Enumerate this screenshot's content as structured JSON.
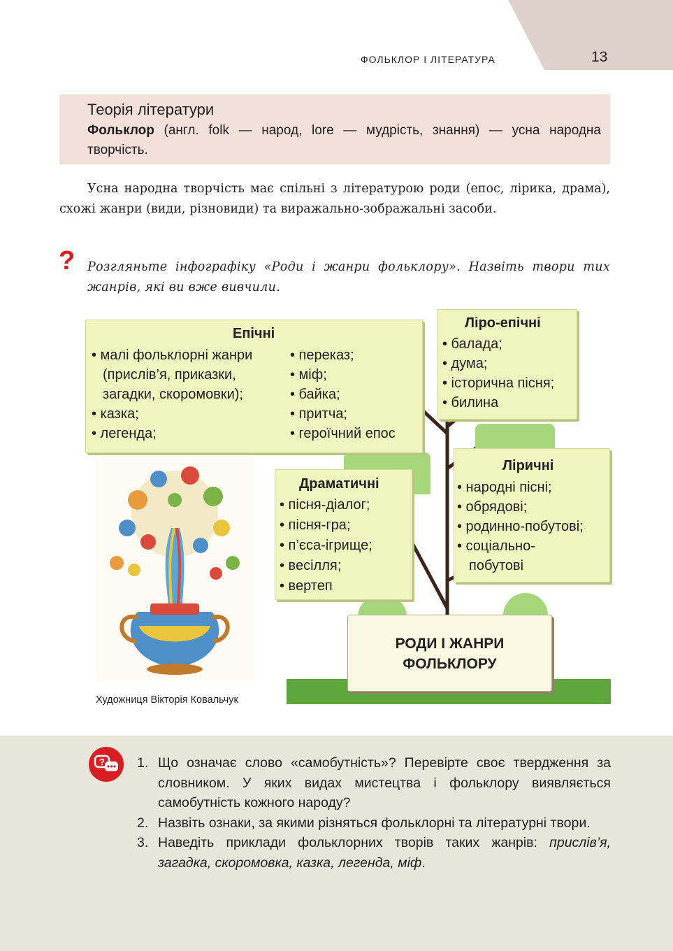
{
  "header": {
    "section_title": "ФОЛЬКЛОР І ЛІТЕРАТУРА",
    "page_number": "13"
  },
  "theory": {
    "heading": "Теорія літератури",
    "term": "Фольклор",
    "definition": " (англ. folk — народ, lore — мудрість, знання) — усна народна творчість."
  },
  "intro_paragraph": "Усна народна творчість має спільні з літературою роди (епос, лірика, драма), схожі жанри (види, різновиди) та виражально-зображальні засоби.",
  "question": {
    "mark": "?",
    "text": "Розгляньте інфографіку «Роди і жанри фольклору». Назвіть твори тих жанрів, які ви вже вивчили."
  },
  "infographic": {
    "root": {
      "line1": "РОДИ І ЖАНРИ",
      "line2": "ФОЛЬКЛОРУ"
    },
    "epic": {
      "title": "Епічні",
      "col1": [
        "• малі фольклорні жанри",
        "(прислів’я, приказки,",
        "загадки, скоромовки);",
        "• казка;",
        "• легенда;"
      ],
      "col2": [
        "• переказ;",
        "• міф;",
        "• байка;",
        "• притча;",
        "• героїчний епос"
      ]
    },
    "lyro_epic": {
      "title": "Ліро-епічні",
      "items": [
        "• балада;",
        "• дума;",
        "• історична пісня;",
        "• билина"
      ]
    },
    "dramatic": {
      "title": "Драматичні",
      "items": [
        "• пісня-діалог;",
        "• пісня-гра;",
        "• п’єса-ігрище;",
        "• весілля;",
        "• вертеп"
      ]
    },
    "lyric": {
      "title": "Ліричні",
      "items": [
        "• народні пісні;",
        "• обрядові;",
        "• родинно-побутові;",
        "• соціально-",
        "побутові"
      ]
    },
    "art_caption": "Художниця Вікторія Ковальчук",
    "colors": {
      "box_fill": "#f0f4bf",
      "leaf": "#a6d67a",
      "ground": "#5fa53e",
      "trunk": "#3b2418"
    }
  },
  "discussion": {
    "icon": "speech-bubbles-icon",
    "questions": [
      {
        "num": "1.",
        "text": "Що означає слово «самобутність»? Перевірте своє твердження за словником. У яких видах мистецтва і фольклору виявляється самобутність кожного народу?"
      },
      {
        "num": "2.",
        "text": "Назвіть ознаки, за якими різняться фольклорні та літературні твори."
      },
      {
        "num": "3.",
        "text": "Наведіть приклади фольклорних творів таких жанрів: ",
        "italic": "прислів’я, загадка, скоромовка, казка, легенда, міф",
        "end": "."
      }
    ]
  }
}
